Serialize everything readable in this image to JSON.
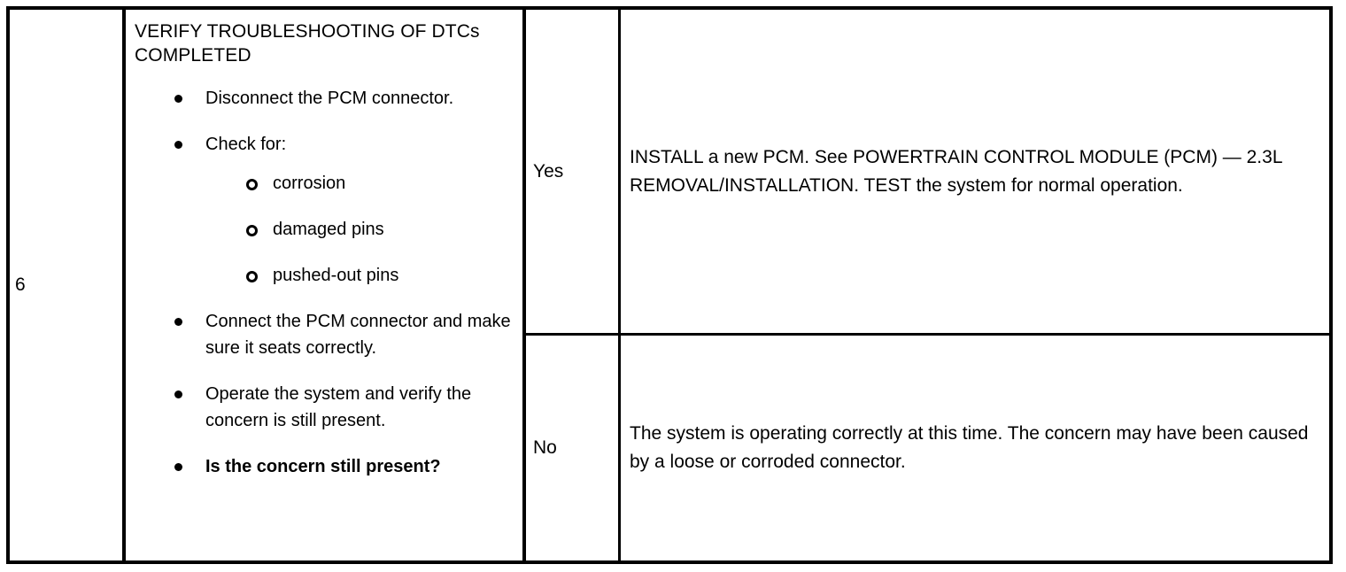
{
  "document": {
    "type": "pinpoint-test-table",
    "colors": {
      "background": "#ffffff",
      "text": "#000000",
      "border": "#000000"
    }
  },
  "table": {
    "row": {
      "step_number": "6",
      "action": {
        "title": "VERIFY TROUBLESHOOTING OF DTCs COMPLETED",
        "bullets": [
          {
            "text": "Disconnect the PCM connector.",
            "bold": false,
            "sub_items": []
          },
          {
            "text": "Check for:",
            "bold": false,
            "sub_items": [
              "corrosion",
              "damaged pins",
              "pushed-out pins"
            ]
          },
          {
            "text": "Connect the PCM connector and make sure it seats correctly.",
            "bold": false,
            "sub_items": []
          },
          {
            "text": "Operate the system and verify the concern is still present.",
            "bold": false,
            "sub_items": []
          },
          {
            "text": "Is the concern still present?",
            "bold": true,
            "sub_items": []
          }
        ]
      },
      "results": [
        {
          "answer": "Yes",
          "directive": "INSTALL a new PCM. See POWERTRAIN CONTROL MODULE (PCM) — 2.3L REMOVAL/INSTALLATION. TEST the system for normal operation."
        },
        {
          "answer": "No",
          "directive": "The system is operating correctly at this time. The concern may have been caused by a loose or corroded connector."
        }
      ]
    }
  }
}
